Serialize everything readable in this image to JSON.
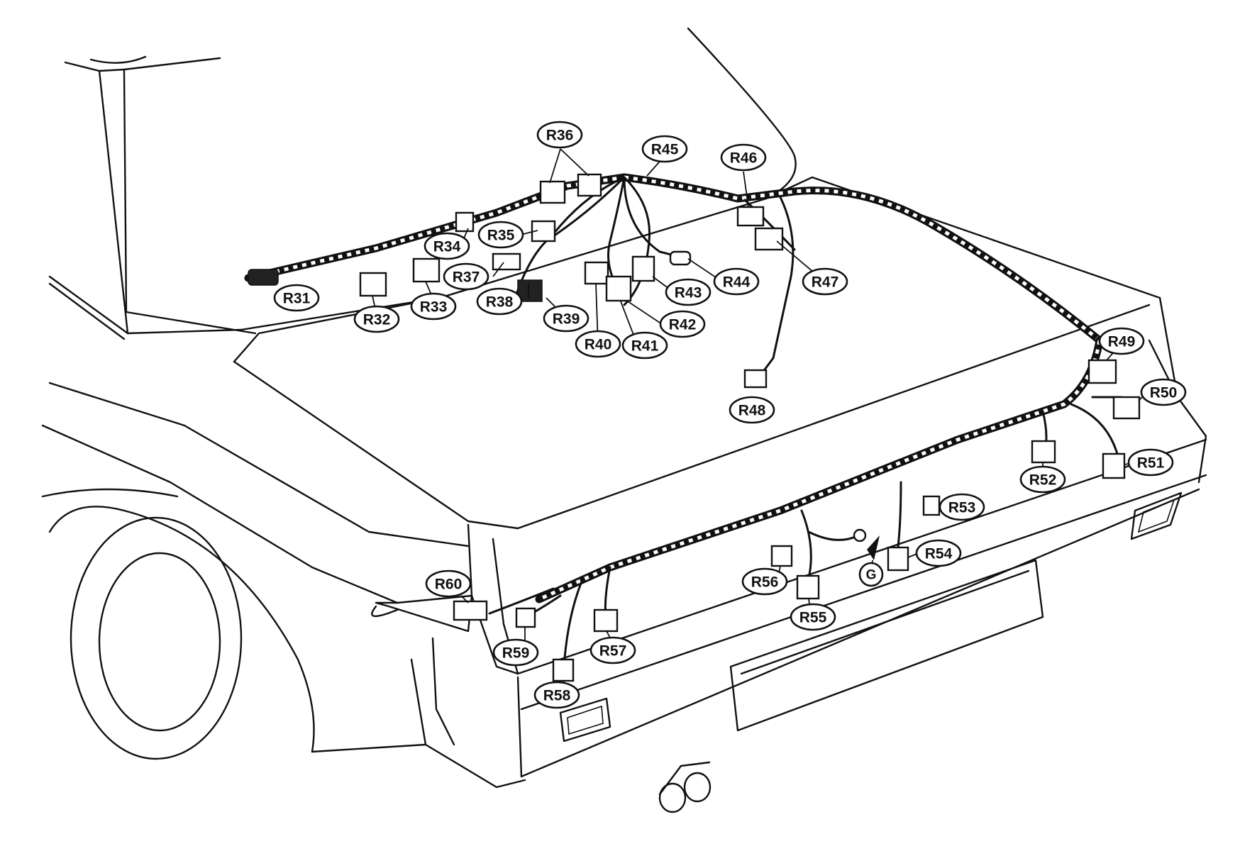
{
  "labels": [
    {
      "id": "R31",
      "text": "R31"
    },
    {
      "id": "R32",
      "text": "R32"
    },
    {
      "id": "R33",
      "text": "R33"
    },
    {
      "id": "R34",
      "text": "R34"
    },
    {
      "id": "R35",
      "text": "R35"
    },
    {
      "id": "R36",
      "text": "R36"
    },
    {
      "id": "R37",
      "text": "R37"
    },
    {
      "id": "R38",
      "text": "R38"
    },
    {
      "id": "R39",
      "text": "R39"
    },
    {
      "id": "R40",
      "text": "R40"
    },
    {
      "id": "R41",
      "text": "R41"
    },
    {
      "id": "R42",
      "text": "R42"
    },
    {
      "id": "R43",
      "text": "R43"
    },
    {
      "id": "R44",
      "text": "R44"
    },
    {
      "id": "R45",
      "text": "R45"
    },
    {
      "id": "R46",
      "text": "R46"
    },
    {
      "id": "R47",
      "text": "R47"
    },
    {
      "id": "R48",
      "text": "R48"
    },
    {
      "id": "R49",
      "text": "R49"
    },
    {
      "id": "R50",
      "text": "R50"
    },
    {
      "id": "R51",
      "text": "R51"
    },
    {
      "id": "R52",
      "text": "R52"
    },
    {
      "id": "R53",
      "text": "R53"
    },
    {
      "id": "R54",
      "text": "R54"
    },
    {
      "id": "R55",
      "text": "R55"
    },
    {
      "id": "R56",
      "text": "R56"
    },
    {
      "id": "R57",
      "text": "R57"
    },
    {
      "id": "R58",
      "text": "R58"
    },
    {
      "id": "R59",
      "text": "R59"
    },
    {
      "id": "R60",
      "text": "R60"
    },
    {
      "id": "G",
      "text": "G"
    }
  ]
}
